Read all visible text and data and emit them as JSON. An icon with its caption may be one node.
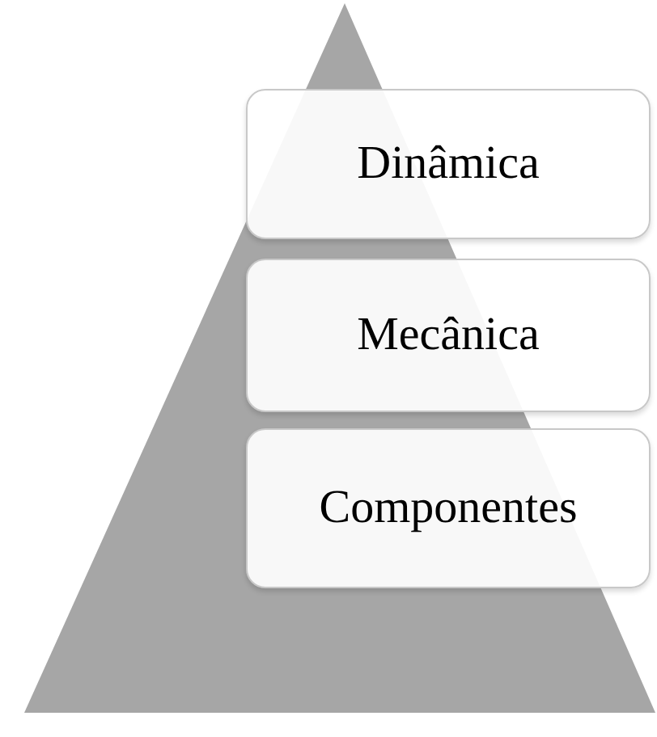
{
  "diagram": {
    "nodes": [
      {
        "text": [
          "Dinâmica"
        ]
      },
      {
        "text": [
          "Mecânica"
        ]
      },
      {
        "text": [
          "Componentes"
        ]
      }
    ]
  }
}
